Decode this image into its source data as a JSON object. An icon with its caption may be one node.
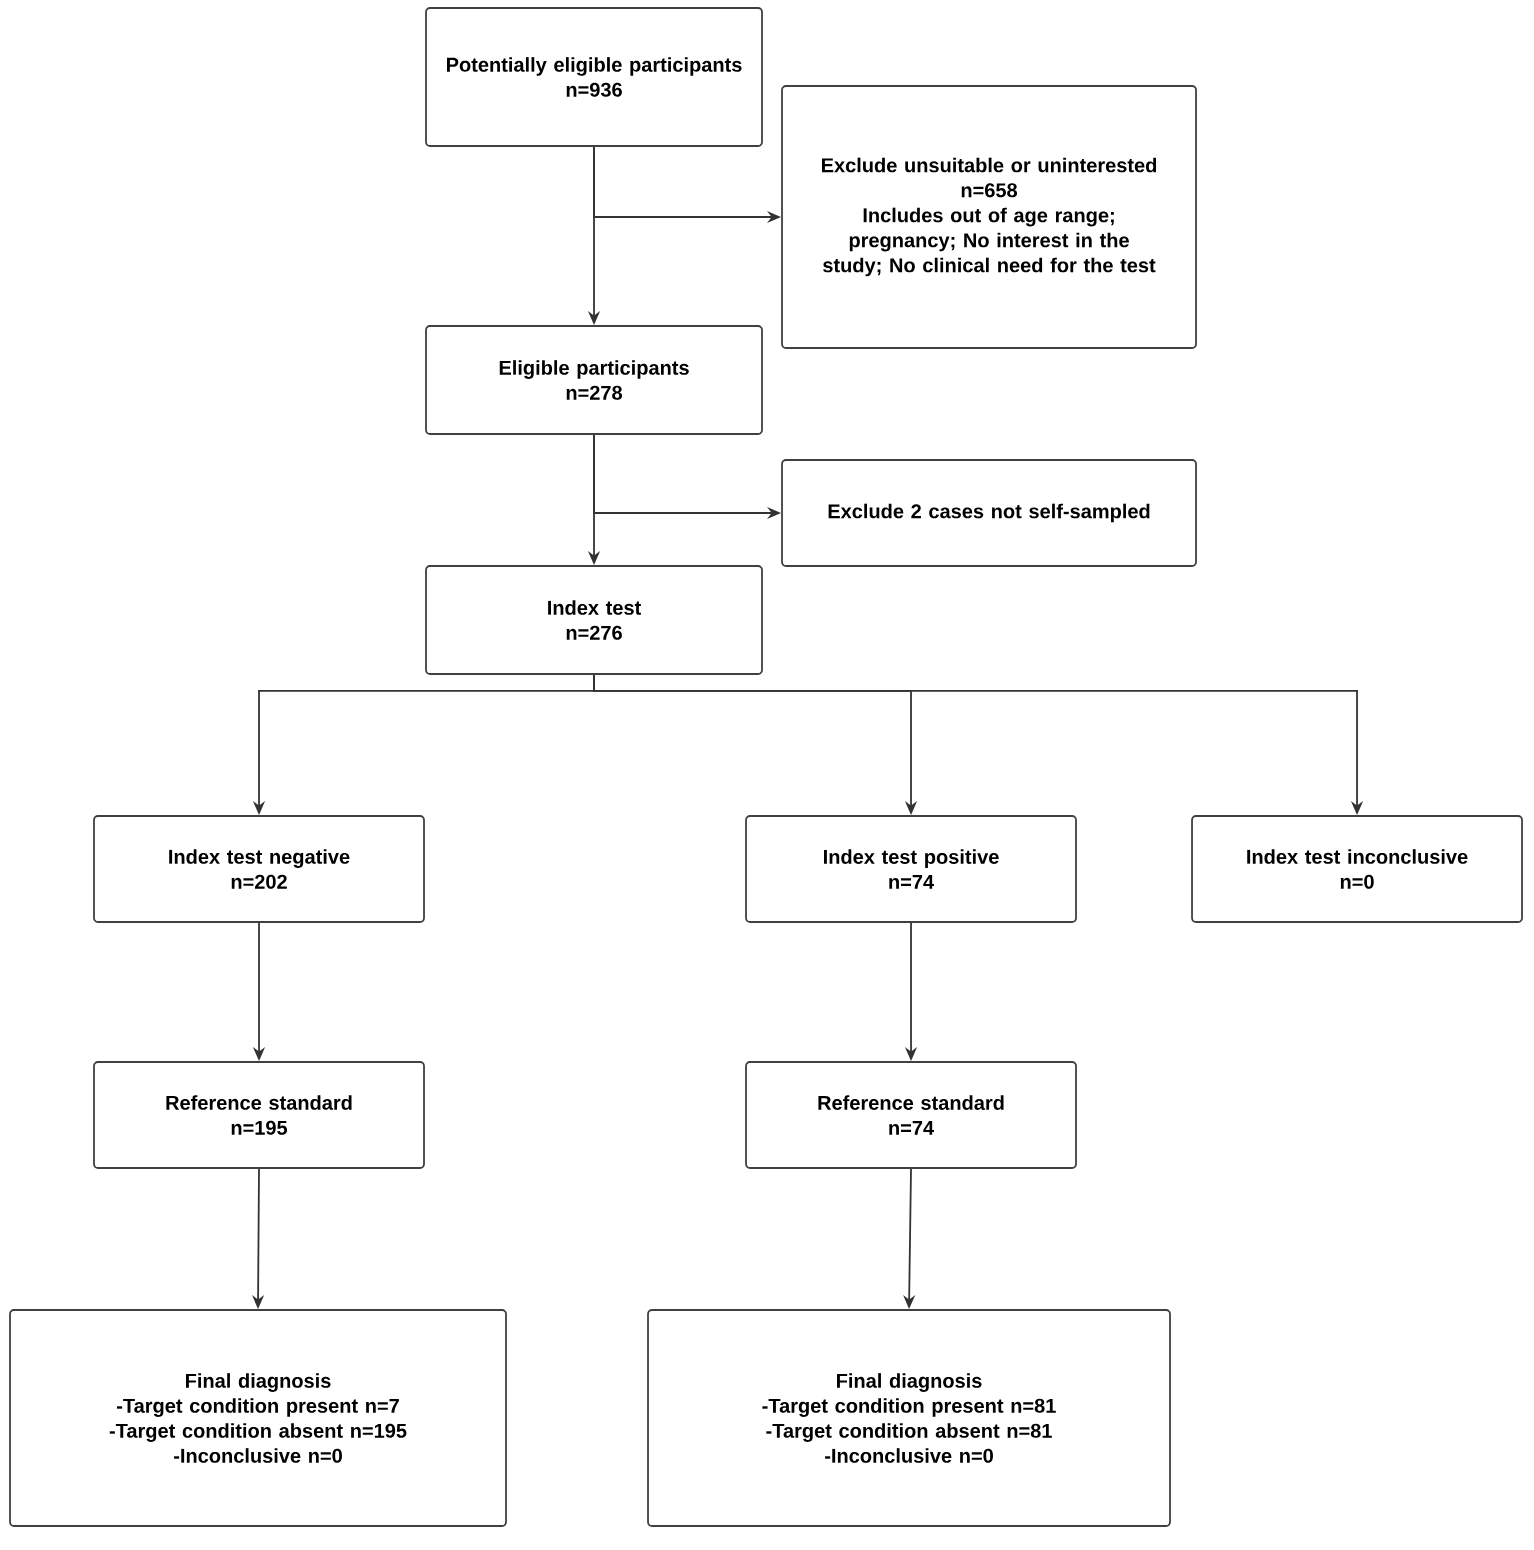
{
  "diagram": {
    "nodes": [
      {
        "text": [
          "Potentially eligible participants",
          "n=936"
        ]
      },
      {
        "text": [
          "Exclude unsuitable or uninterested",
          "n=658",
          "Includes out of age range; pregnancy; No interest in the study; No clinical need for the test"
        ]
      },
      {
        "text": [
          "Eligible participants",
          "n=278"
        ]
      },
      {
        "text": [
          "Exclude 2 cases not self-sampled"
        ]
      },
      {
        "text": [
          "Index test",
          "n=276"
        ]
      },
      {
        "text": [
          "Index test negative",
          "n=202"
        ]
      },
      {
        "text": [
          "Index test positive",
          "n=74"
        ]
      },
      {
        "text": [
          "Index test inconclusive",
          "n=0"
        ]
      },
      {
        "text": [
          "Reference standard",
          "n=195"
        ]
      },
      {
        "text": [
          "Reference standard",
          "n=74"
        ]
      },
      {
        "text": [
          "Final diagnosis",
          "-Target condition present n=7",
          "-Target condition absent n=195",
          "-Inconclusive n=0"
        ]
      },
      {
        "text": [
          "Final diagnosis",
          "-Target condition present n=81",
          "-Target condition absent n=81",
          "-Inconclusive n=0"
        ]
      }
    ],
    "edges": [
      {
        "from": 0,
        "to": 2,
        "arrow": "to"
      },
      {
        "from": 0,
        "to": 1,
        "arrow": "to"
      },
      {
        "from": 2,
        "to": 4,
        "arrow": "to"
      },
      {
        "from": 2,
        "to": 3,
        "arrow": "to"
      },
      {
        "from": 4,
        "to": 5,
        "arrow": "to"
      },
      {
        "from": 4,
        "to": 6,
        "arrow": "to"
      },
      {
        "from": 4,
        "to": 7,
        "arrow": "to"
      },
      {
        "from": 5,
        "to": 8,
        "arrow": "to"
      },
      {
        "from": 6,
        "to": 9,
        "arrow": "to"
      },
      {
        "from": 8,
        "to": 10,
        "arrow": "to"
      },
      {
        "from": 9,
        "to": 11,
        "arrow": "to"
      }
    ]
  }
}
